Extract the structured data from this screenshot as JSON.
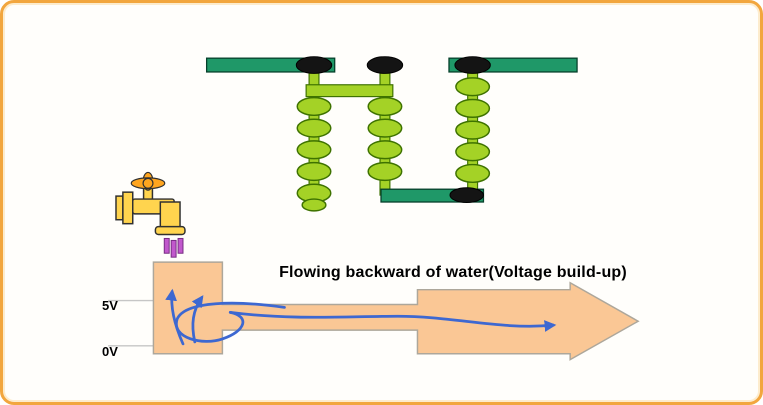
{
  "title": "Flowing backward of water(Voltage build-up)",
  "voltage_scale": {
    "high_label": "5V",
    "low_label": "0V"
  },
  "icons": {
    "faucet": "faucet-icon",
    "water_drops": "water-drops-icon",
    "coil_assembly": "coil-assembly-icon",
    "flow_arrows": "flow-arrow-icon",
    "pipe": "pipe-arrow-shape"
  },
  "colors": {
    "border_orange": "#F2A63E",
    "bar_teal": "#1F9868",
    "bar_teal_stroke": "#063F2A",
    "coil_lime": "#A4D226",
    "coil_stroke": "#3E7200",
    "cap_black": "#141414",
    "faucet_yellow": "#FFD44E",
    "faucet_stroke": "#303030",
    "handle_orange": "#FFA51F",
    "drop_purple": "#C158CC",
    "drop_stroke": "#762C82",
    "pipe_fill": "#FAC795",
    "pipe_stroke": "#ADA79B",
    "flow_blue": "#3D68D1",
    "gridline_gray": "#C6C6C6",
    "text_black": "#000000",
    "background": "#FFFEFB"
  }
}
